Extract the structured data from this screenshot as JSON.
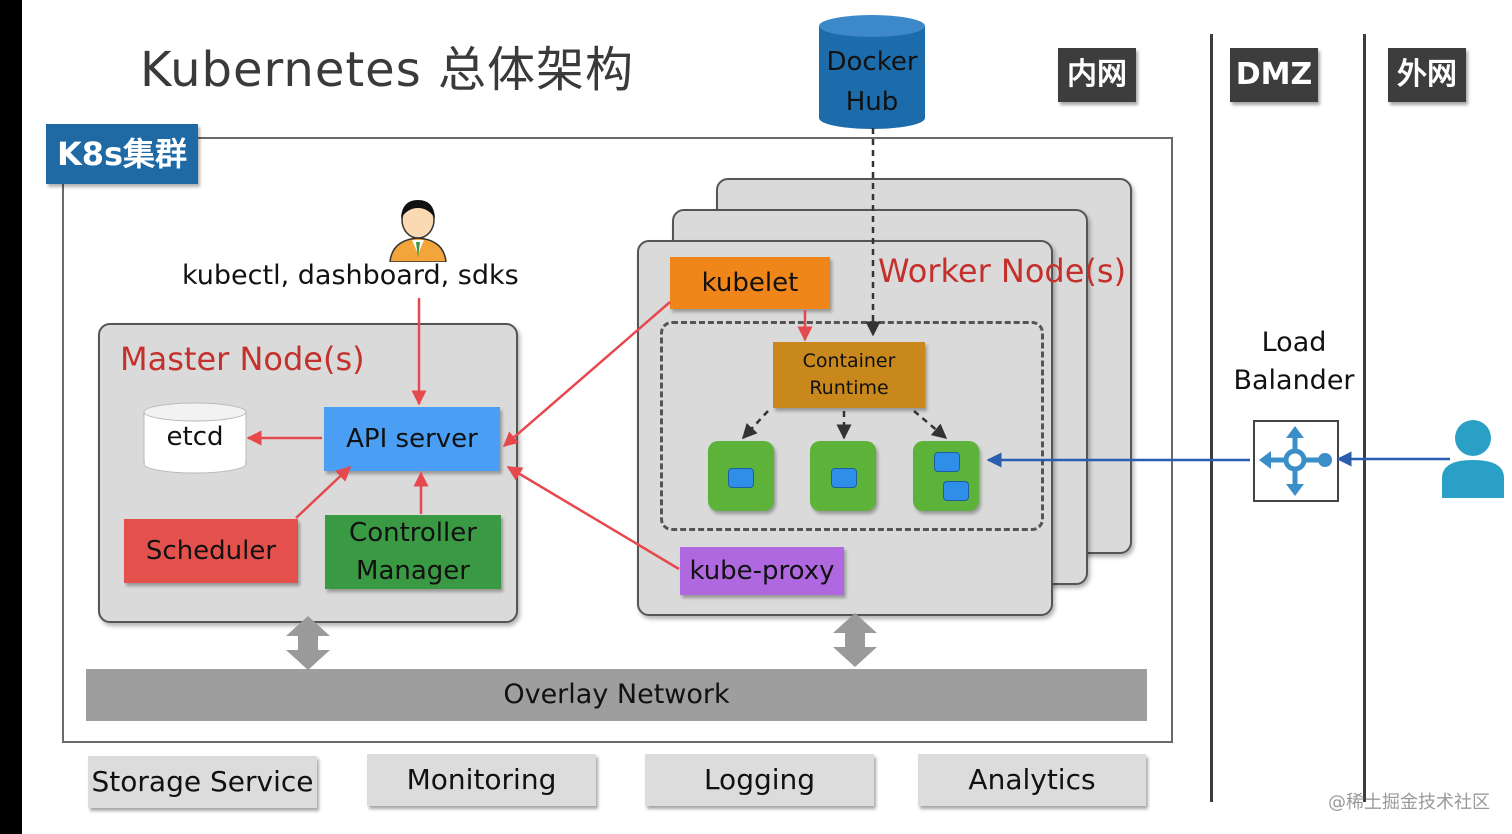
{
  "title": "Kubernetes 总体架构",
  "zones": {
    "intranet": "内网",
    "dmz": "DMZ",
    "internet": "外网"
  },
  "docker_hub": {
    "line1": "Docker",
    "line2": "Hub"
  },
  "cluster_label": "K8s集群",
  "client_label": "kubectl, dashboard, sdks",
  "master": {
    "title": "Master Node(s)",
    "etcd": "etcd",
    "api_server": "API server",
    "scheduler": "Scheduler",
    "controller_manager_line1": "Controller",
    "controller_manager_line2": "Manager"
  },
  "worker": {
    "title": "Worker Node(s)",
    "kubelet": "kubelet",
    "container_runtime_line1": "Container",
    "container_runtime_line2": "Runtime",
    "kube_proxy": "kube-proxy"
  },
  "overlay_network": "Overlay Network",
  "load_balancer": {
    "line1": "Load",
    "line2": "Balander"
  },
  "services": [
    "Storage Service",
    "Monitoring",
    "Logging",
    "Analytics"
  ],
  "watermark": "@稀土掘金技术社区",
  "colors": {
    "arrow_red": "#e5484d",
    "arrow_blue": "#2a5db0",
    "kubelet": "#f0851a",
    "container_runtime": "#c9881c",
    "api_server": "#4a9ff5",
    "scheduler": "#e4504b",
    "controller_manager": "#3a9a44",
    "kube_proxy": "#b068e0",
    "pod": "#5db33a",
    "cluster_tag": "#1f6aa5",
    "docker_hub": "#1c6cab"
  }
}
